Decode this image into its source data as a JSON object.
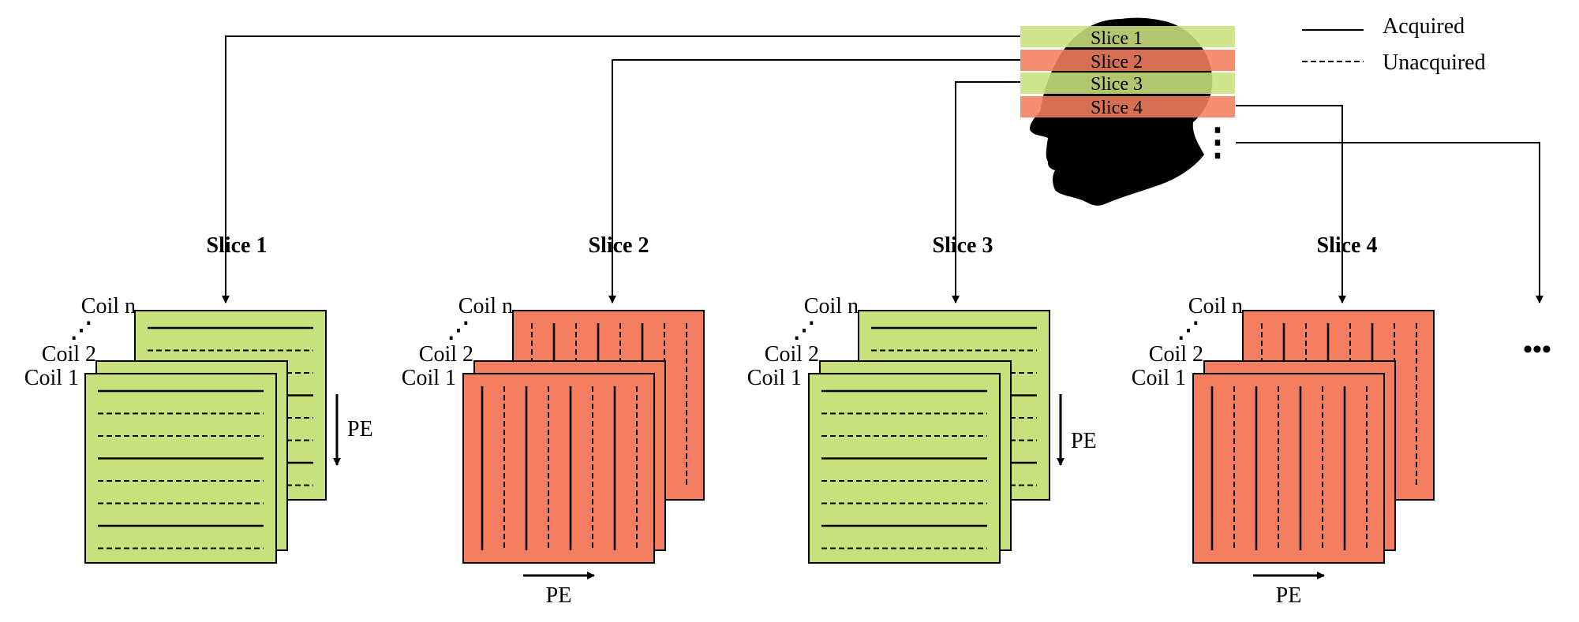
{
  "legend": {
    "acquired": "Acquired",
    "unacquired": "Unacquired"
  },
  "head_slices": [
    "Slice 1",
    "Slice 2",
    "Slice 3",
    "Slice 4"
  ],
  "head_ellipsis": "⋮",
  "groups": [
    {
      "title": "Slice 1",
      "coil_n": "Coil n",
      "coil_dots": "⋰",
      "coil_2": "Coil 2",
      "coil_1": "Coil 1",
      "pe": "PE",
      "pe_direction": "vertical",
      "color": "#c9e17d",
      "front_pattern": [
        "solid",
        "dashed",
        "dashed",
        "solid",
        "dashed",
        "dashed",
        "solid",
        "dashed"
      ],
      "back_pattern": [
        "solid",
        "dashed",
        "dashed",
        "solid",
        "dashed",
        "dashed",
        "solid",
        "dashed"
      ]
    },
    {
      "title": "Slice 2",
      "coil_n": "Coil n",
      "coil_dots": "⋰",
      "coil_2": "Coil 2",
      "coil_1": "Coil 1",
      "pe": "PE",
      "pe_direction": "horizontal",
      "color": "#f47f60",
      "front_pattern": [
        "solid",
        "dashed",
        "solid",
        "dashed",
        "solid",
        "dashed",
        "solid",
        "dashed"
      ],
      "back_pattern": [
        "dashed",
        "solid",
        "dashed",
        "solid",
        "dashed",
        "solid",
        "dashed",
        "dashed"
      ]
    },
    {
      "title": "Slice 3",
      "coil_n": "Coil n",
      "coil_dots": "⋰",
      "coil_2": "Coil 2",
      "coil_1": "Coil 1",
      "pe": "PE",
      "pe_direction": "vertical",
      "color": "#c9e17d",
      "front_pattern": [
        "solid",
        "dashed",
        "dashed",
        "solid",
        "dashed",
        "dashed",
        "solid",
        "dashed"
      ],
      "back_pattern": [
        "solid",
        "dashed",
        "dashed",
        "solid",
        "dashed",
        "dashed",
        "solid",
        "dashed"
      ]
    },
    {
      "title": "Slice 4",
      "coil_n": "Coil n",
      "coil_dots": "⋰",
      "coil_2": "Coil 2",
      "coil_1": "Coil 1",
      "pe": "PE",
      "pe_direction": "horizontal",
      "color": "#f47f60",
      "front_pattern": [
        "solid",
        "dashed",
        "solid",
        "dashed",
        "solid",
        "dashed",
        "solid",
        "dashed"
      ],
      "back_pattern": [
        "dashed",
        "solid",
        "dashed",
        "solid",
        "dashed",
        "solid",
        "dashed",
        "dashed"
      ]
    }
  ],
  "trailing_ellipsis": "•••",
  "colors": {
    "green": "#c9e17d",
    "red": "#f47f60",
    "line": "#000000"
  }
}
